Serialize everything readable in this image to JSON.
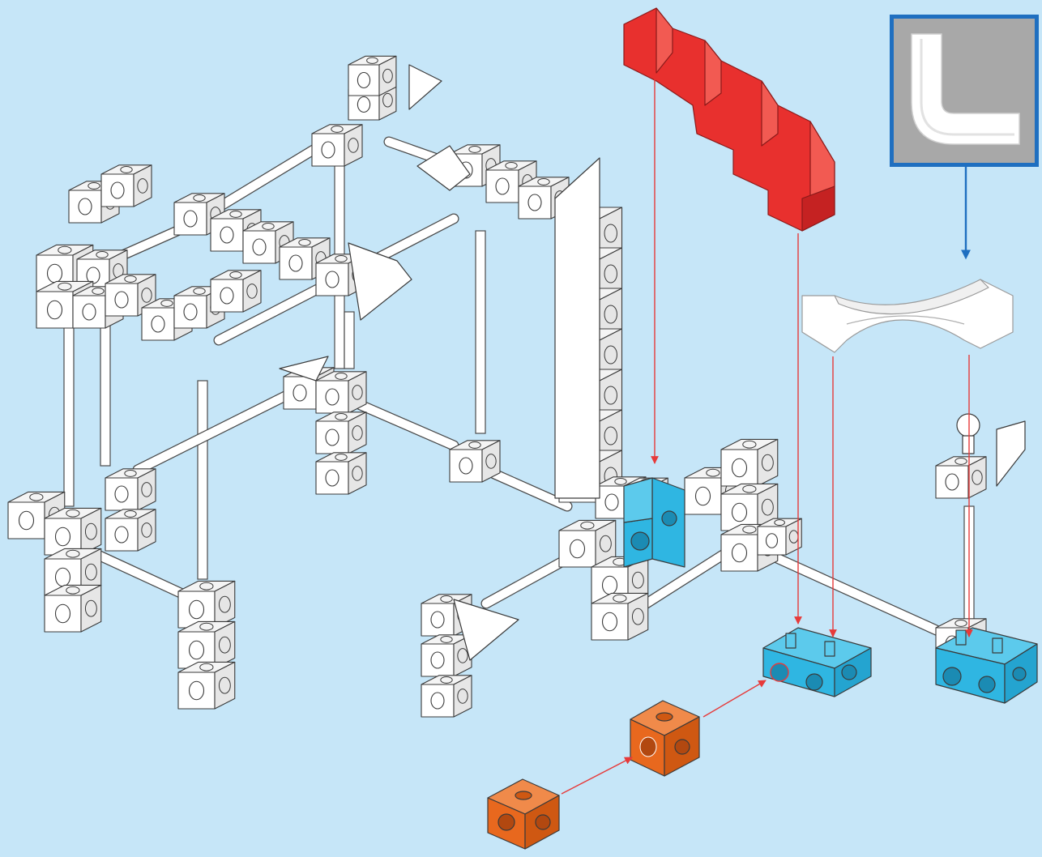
{
  "colors": {
    "background": "#c6e6f8",
    "cube_white": "#ffffff",
    "cube_top": "#f4f4f4",
    "cube_side": "#e6e6e6",
    "outline": "#3a3a3a",
    "highlight_blue": "#2fb6e2",
    "highlight_orange": "#e8681e",
    "highlight_red": "#e8302e",
    "arrow_red": "#e63a3a",
    "arrow_blue": "#1f6fc0",
    "inset_frame": "#1f6fc0",
    "inset_bg": "#a8a8a8"
  },
  "parts": {
    "new_parts": [
      "red-stair-track",
      "curved-white-track",
      "blue-double-block",
      "blue-double-block-right",
      "orange-cube",
      "orange-cube-small"
    ],
    "inset_icon": "l-shaped-track-icon"
  }
}
